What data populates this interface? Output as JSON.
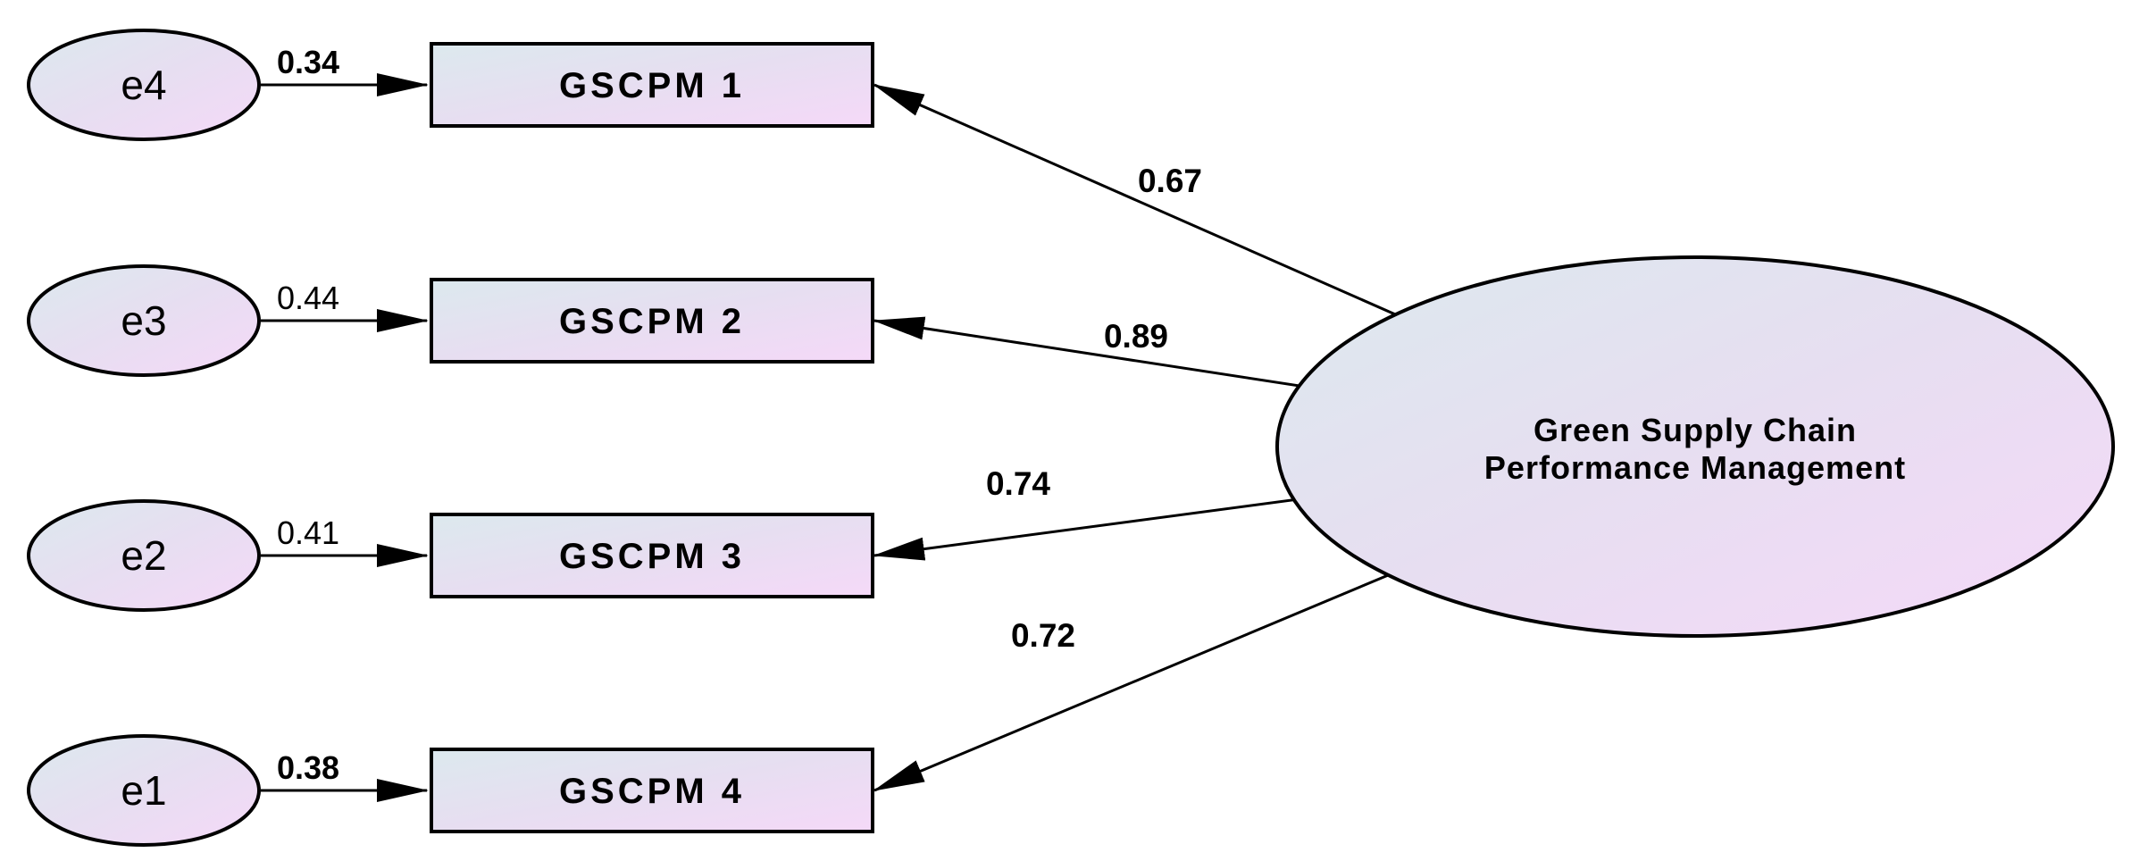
{
  "diagram": {
    "type": "sem-measurement-model",
    "latent": {
      "name_line1": "Green Supply Chain",
      "name_line2": "Performance Management"
    },
    "rows": [
      {
        "indicator": "GSCPM 1",
        "loading": "0.67",
        "error_term": "e4",
        "error_variance": "0.34"
      },
      {
        "indicator": "GSCPM 2",
        "loading": "0.89",
        "error_term": "e3",
        "error_variance": "0.44"
      },
      {
        "indicator": "GSCPM 3",
        "loading": "0.74",
        "error_term": "e2",
        "error_variance": "0.41"
      },
      {
        "indicator": "GSCPM 4",
        "loading": "0.72",
        "error_term": "e1",
        "error_variance": "0.38"
      }
    ],
    "colors": {
      "shape_fill_start": "#dce9ee",
      "shape_fill_mid": "#e7def1",
      "shape_fill_end": "#f5d9f8",
      "stroke": "#000000",
      "background": "#ffffff"
    }
  }
}
